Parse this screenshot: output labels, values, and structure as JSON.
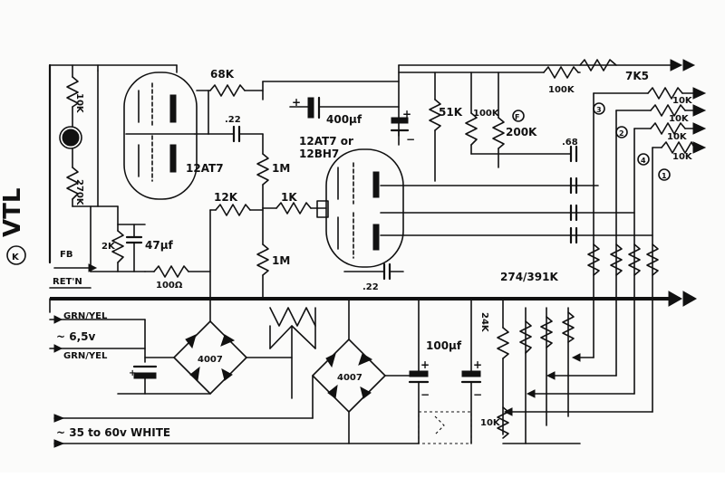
{
  "logo": {
    "brand": "VTL",
    "badge": "K"
  },
  "resistors": {
    "r_10k_top_left": "10K",
    "r_270k_left": "270K",
    "r_68k": "68K",
    "r_2k": "2K",
    "r_100r": "100Ω",
    "r_12k": "12K",
    "r_1m_upper": "1M",
    "r_1m_lower": "1M",
    "r_1k": "1K",
    "r_51k": "51K",
    "r_100k_mid": "100K",
    "r_200k_pot": "200K",
    "r_100k_top": "100K",
    "r_7k5": "7K5",
    "r_10k_out1": "10K",
    "r_10k_out2": "10K",
    "r_10k_out3": "10K",
    "r_10k_out4": "10K",
    "r_274_391k": "274/391K",
    "r_24k": "24K",
    "r_10k_bottom": "10K"
  },
  "capacitors": {
    "c_400uf": "400μf",
    "c_022_left": ".22",
    "c_022_bottom": ".22",
    "c_47uf": "47μf",
    "c_068": ".68",
    "c_100uf": "100μf"
  },
  "tubes": {
    "left_tube": "12AT7",
    "right_tube_line1": "12AT7 or",
    "right_tube_line2": "12BH7"
  },
  "diodes": {
    "bridge_left": "4007",
    "bridge_right": "4007"
  },
  "markers": {
    "m_f": "F",
    "m_3": "3",
    "m_2": "2",
    "m_4": "4",
    "m_1": "1"
  },
  "connectors": {
    "fb": "FB",
    "ret": "RET'N",
    "grn_yel_top": "GRN/YEL",
    "heater_voltage": "~ 6,5v",
    "grn_yel_bottom": "GRN/YEL",
    "supply": "~ 35 to 60v   WHITE"
  },
  "polarity": {
    "plus": "+",
    "minus": "−"
  }
}
